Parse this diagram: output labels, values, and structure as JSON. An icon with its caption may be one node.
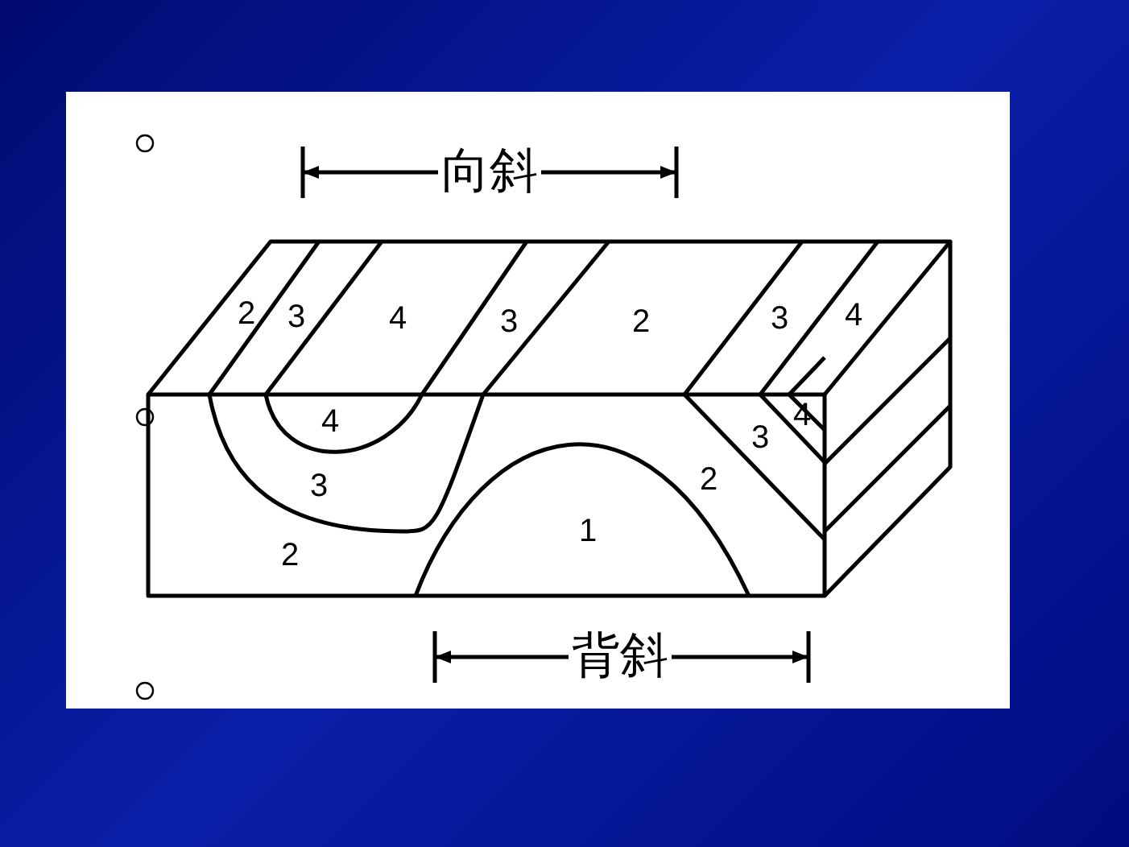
{
  "diagram": {
    "labels": [
      "向斜",
      "2",
      "3",
      "4",
      "3",
      "2",
      "3",
      "4",
      "4",
      "4",
      "3",
      "3",
      "2",
      "1",
      "2",
      "背斜"
    ]
  }
}
